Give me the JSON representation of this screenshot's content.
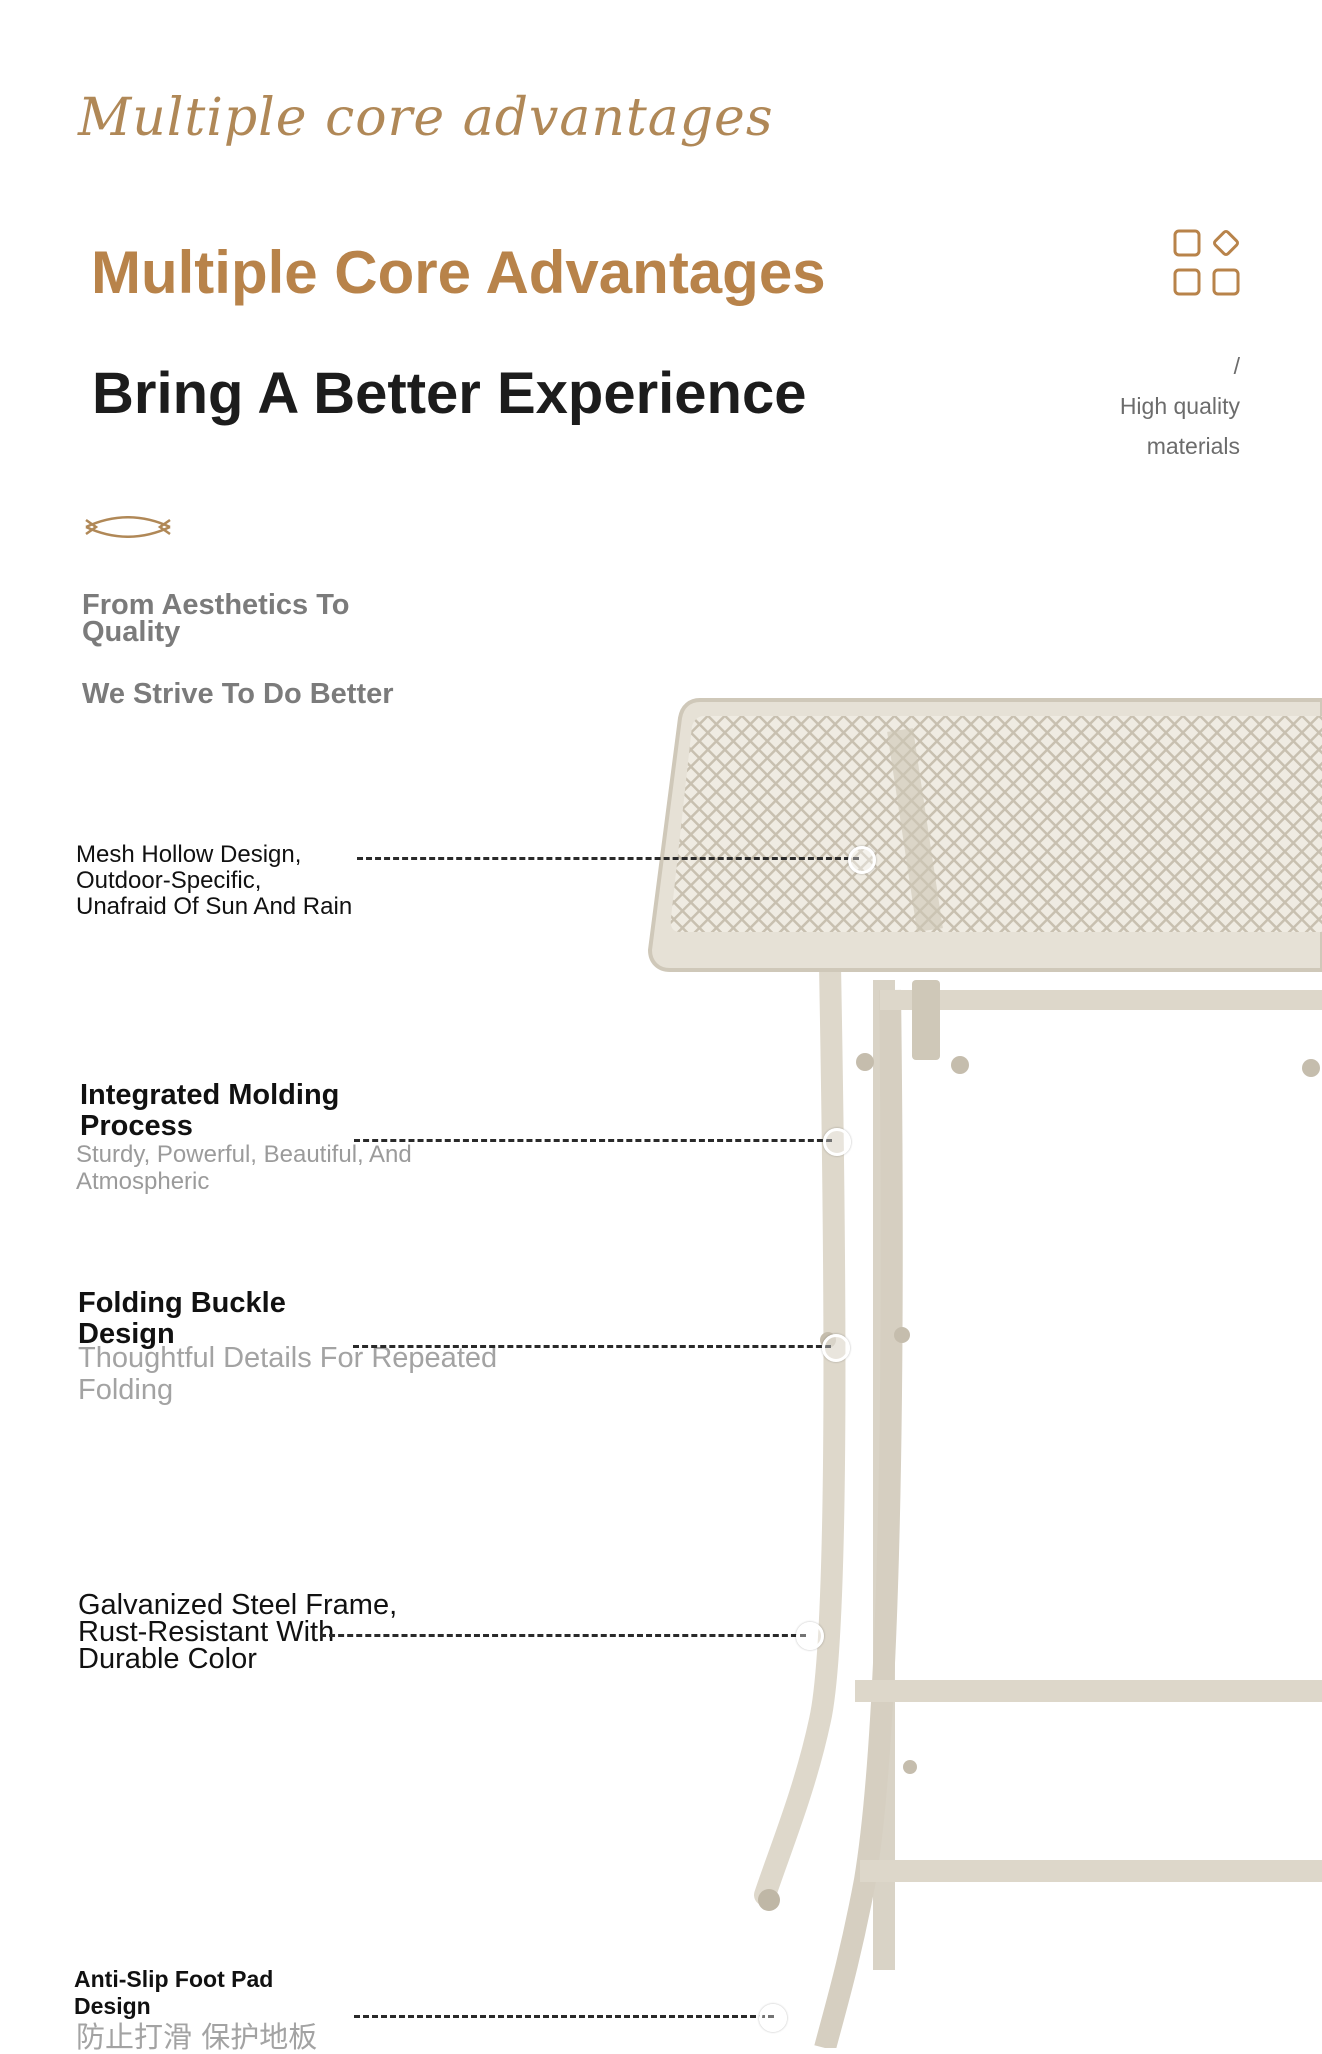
{
  "header": {
    "script_title": "Multiple core advantages",
    "title": "Multiple Core Advantages",
    "subtitle": "Bring A Better Experience",
    "tag_slash": "/",
    "tag_line1": "High quality",
    "tag_line2": "materials"
  },
  "intro": {
    "line1": "From Aesthetics To Quality",
    "line2": "We Strive To Do Better"
  },
  "features": [
    {
      "title": "Mesh Hollow Design,\nOutdoor-Specific,\nUnafraid Of Sun And Rain",
      "desc": ""
    },
    {
      "title": "Integrated Molding Process",
      "desc": "Sturdy, Powerful, Beautiful, And Atmospheric"
    },
    {
      "title": "Folding Buckle Design",
      "desc": "Thoughtful Details For Repeated Folding"
    },
    {
      "title": "Galvanized Steel Frame,\nRust-Resistant With Durable Color",
      "desc": ""
    },
    {
      "title": "Anti-Slip Foot Pad Design",
      "desc": "防止打滑 保护地板"
    }
  ],
  "colors": {
    "accent": "#b8834a",
    "script": "#b08857",
    "table": "#ddd7cb",
    "table_edge": "#c9c2b3"
  },
  "icons": {
    "top_right": "grid-diamond-icon",
    "divider": "ornament-divider-icon"
  }
}
